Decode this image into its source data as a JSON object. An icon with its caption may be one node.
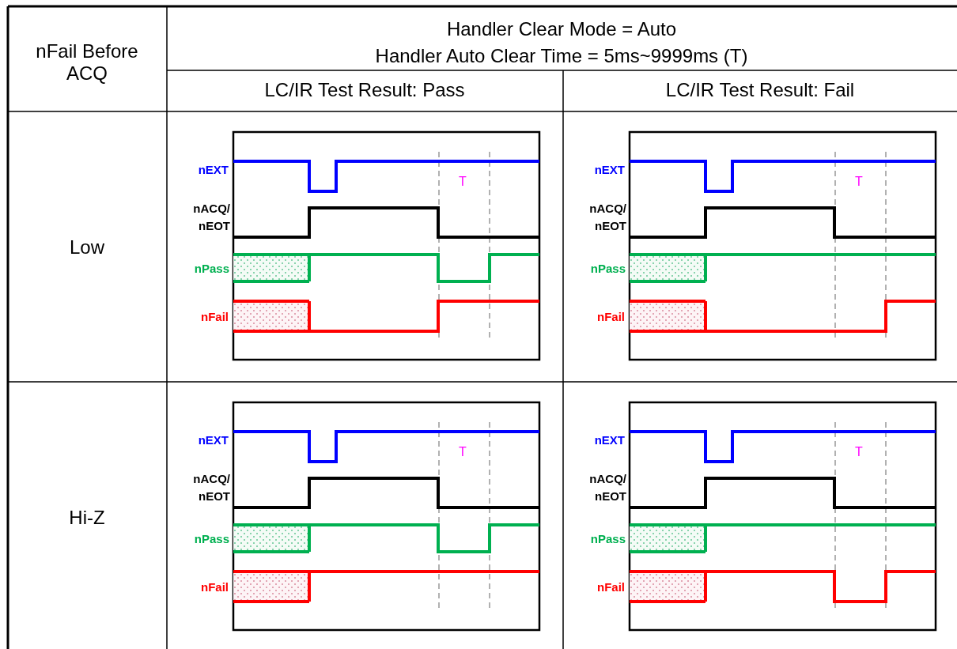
{
  "diagram": {
    "labels": [
      "nFail Before ACQ",
      "Handler Clear Mode = Auto",
      "Handler Auto Clear Time = 5ms~9999ms (T)",
      "LC/IR Test Result: Pass",
      "LC/IR Test Result: Fail",
      "Low",
      "nEXT",
      "T",
      "nACQ/ nEOT",
      "nPass",
      "nFail",
      "nEXT",
      "T",
      "nACQ/ nEOT",
      "nPass",
      "nFail",
      "Hi-Z",
      "nEXT",
      "T",
      "nACQ/ nEOT",
      "nPass",
      "nFail",
      "nEXT",
      "T",
      "nACQ/ nEOT",
      "nPass",
      "nFail"
    ]
  }
}
